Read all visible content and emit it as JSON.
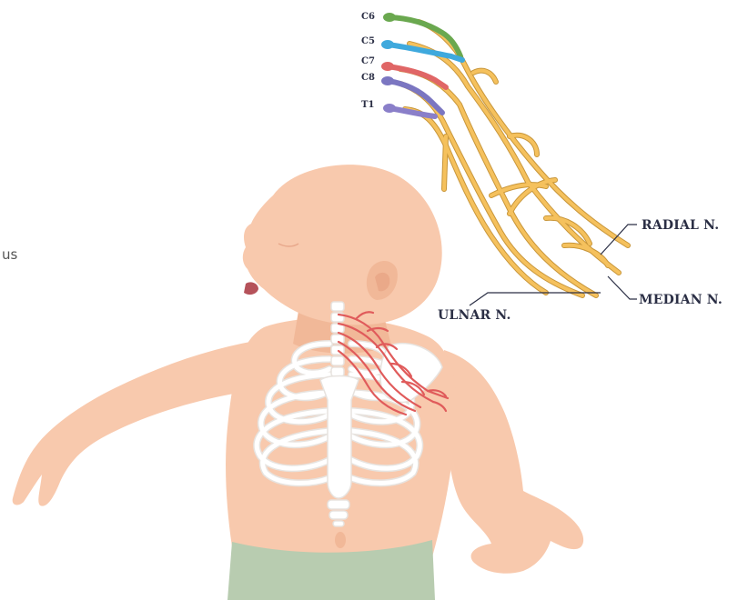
{
  "roots": {
    "c6": "C6",
    "c5": "C5",
    "c7": "C7",
    "c8": "C8",
    "t1": "T1"
  },
  "nerves": {
    "radial": "RADIAL N.",
    "median": "MEDIAN N.",
    "ulnar": "ULNAR N."
  },
  "edge_text": "us",
  "colors": {
    "skin": "#f8c9ad",
    "skin_shadow": "#f1b898",
    "bone": "#ffffff",
    "bone_outline": "#e7e3df",
    "nerve": "#f5c15d",
    "nerve_outline": "#c8963a",
    "plexus_red": "#e05b5b",
    "c6_green": "#6aa84f",
    "c5_blue": "#3fa9dd",
    "c7_red": "#e06666",
    "c8_purple": "#7b76c1",
    "t1_purple": "#8a7fc9",
    "diaper": "#b8ccb0",
    "label_dark": "#2b2f45"
  }
}
